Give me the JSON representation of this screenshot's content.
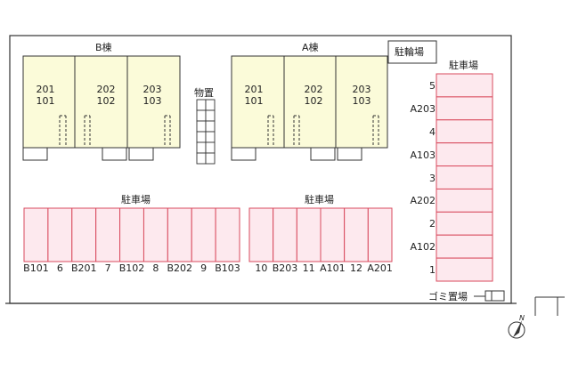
{
  "buildings": {
    "b": {
      "name": "B棟",
      "units": [
        {
          "upper": "201",
          "lower": "101"
        },
        {
          "upper": "202",
          "lower": "102"
        },
        {
          "upper": "203",
          "lower": "103"
        }
      ]
    },
    "a": {
      "name": "A棟",
      "units": [
        {
          "upper": "201",
          "lower": "101"
        },
        {
          "upper": "202",
          "lower": "102"
        },
        {
          "upper": "203",
          "lower": "103"
        }
      ]
    }
  },
  "storage": "物置",
  "bicycle_parking": "駐輪場",
  "parking_left": {
    "label": "駐車場",
    "slots": [
      "B101",
      "6",
      "B201",
      "7",
      "B102",
      "8",
      "B202",
      "9",
      "B103"
    ]
  },
  "parking_mid": {
    "label": "駐車場",
    "slots": [
      "10",
      "B203",
      "11",
      "A101",
      "12",
      "A201"
    ]
  },
  "parking_right": {
    "label": "駐車場",
    "slots": [
      "5",
      "A203",
      "4",
      "A103",
      "3",
      "A202",
      "2",
      "A102",
      "1"
    ]
  },
  "garbage": "ゴミ置場",
  "north": "N",
  "colors": {
    "building_fill": "#fbfbd9",
    "parking_fill": "#fde9ee",
    "parking_stroke": "#d94a5d",
    "line": "#333333"
  }
}
